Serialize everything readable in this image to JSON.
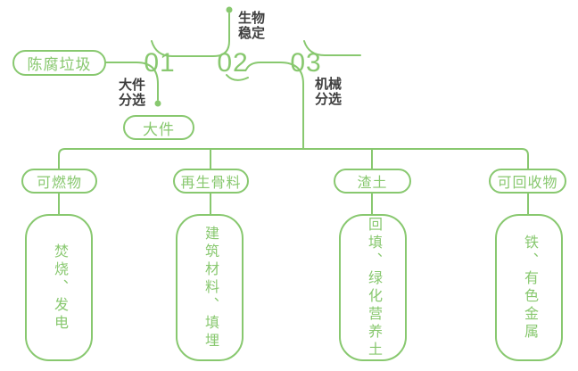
{
  "palette": {
    "green": "#88c86f",
    "dark_text": "#3e3e3e",
    "background": "#ffffff"
  },
  "source_pill": "陈腐垃圾",
  "steps": [
    {
      "number": "01",
      "label": "大件分选",
      "output_pill": "大件"
    },
    {
      "number": "02",
      "label": "生物稳定"
    },
    {
      "number": "03",
      "label": "机械分选"
    }
  ],
  "branches": [
    {
      "category": "可燃物",
      "disposal": "焚烧、发电"
    },
    {
      "category": "再生骨料",
      "disposal": "建筑材料、填埋"
    },
    {
      "category": "渣土",
      "disposal": "回填、绿化营养土"
    },
    {
      "category": "可回收物",
      "disposal": "铁、有色金属"
    }
  ]
}
